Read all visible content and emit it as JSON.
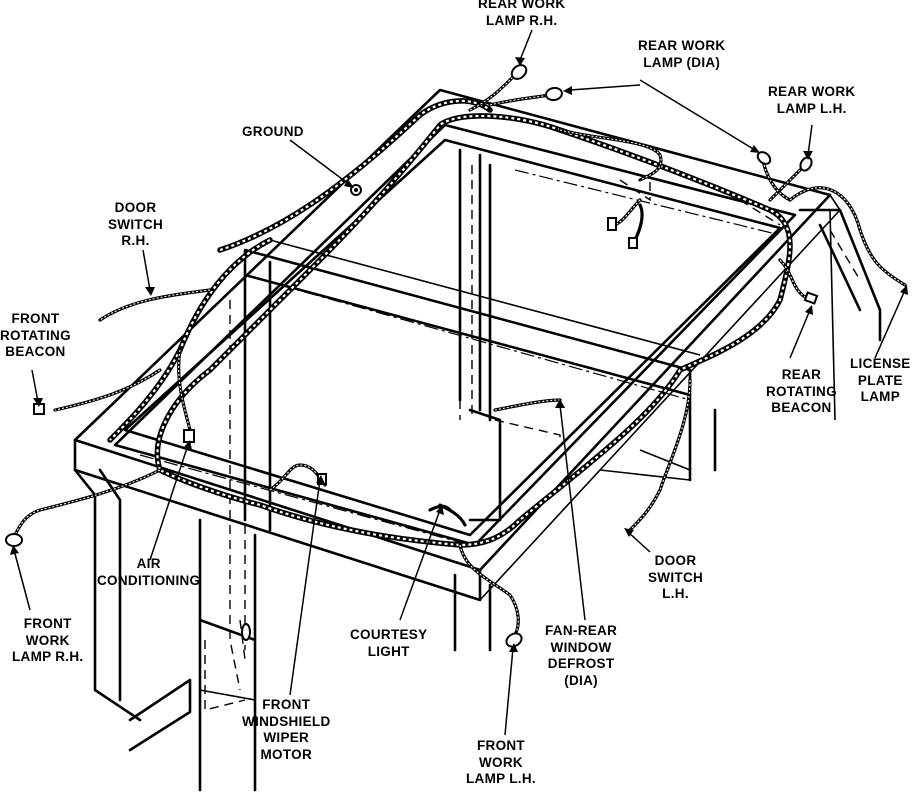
{
  "labels": {
    "rear_work_lamp_rh": [
      "REAR WORK",
      "LAMP R.H."
    ],
    "rear_work_lamp_dia": [
      "REAR WORK",
      "LAMP (DIA)"
    ],
    "rear_work_lamp_lh": [
      "REAR WORK",
      "LAMP L.H."
    ],
    "ground": [
      "GROUND"
    ],
    "door_switch_rh": [
      "DOOR",
      "SWITCH",
      "R.H."
    ],
    "front_rotating_beacon": [
      "FRONT",
      "ROTATING",
      "BEACON"
    ],
    "rear_rotating_beacon": [
      "REAR",
      "ROTATING",
      "BEACON"
    ],
    "license_plate_lamp": [
      "LICENSE",
      "PLATE",
      "LAMP"
    ],
    "door_switch_lh": [
      "DOOR",
      "SWITCH",
      "L.H."
    ],
    "air_conditioning": [
      "AIR",
      "CONDITIONING"
    ],
    "front_work_lamp_rh": [
      "FRONT",
      "WORK",
      "LAMP R.H."
    ],
    "courtesy_light": [
      "COURTESY",
      "LIGHT"
    ],
    "fan_rear_window_defrost": [
      "FAN-REAR",
      "WINDOW",
      "DEFROST",
      "(DIA)"
    ],
    "front_windshield_wiper_motor": [
      "FRONT",
      "WINDSHIELD",
      "WIPER",
      "MOTOR"
    ],
    "front_work_lamp_lh": [
      "FRONT",
      "WORK",
      "LAMP L.H."
    ]
  }
}
